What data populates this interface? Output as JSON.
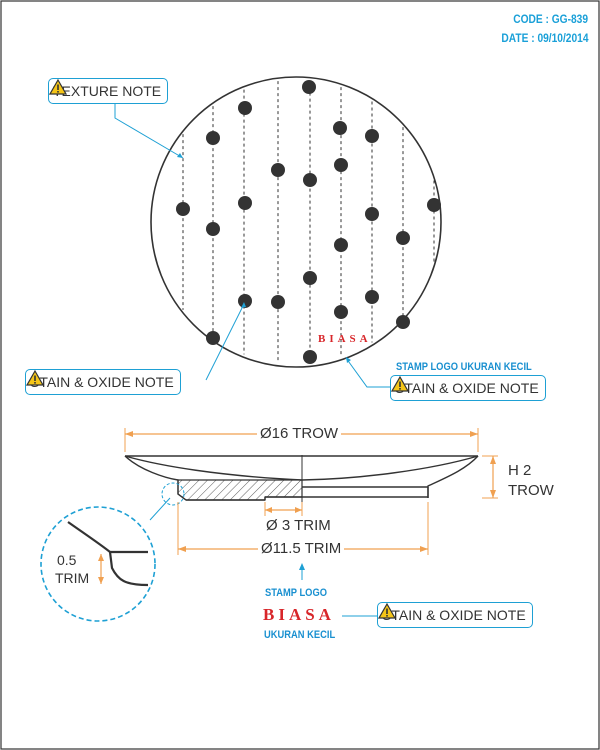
{
  "header": {
    "code": "CODE : GG-839",
    "date": "DATE : 09/10/2014"
  },
  "callouts": {
    "texture": "TEXTURE NOTE",
    "stain_left": "STAIN & OXIDE NOTE",
    "stain_right": "STAIN & OXIDE NOTE",
    "stain_bottom": "STAIN & OXIDE NOTE"
  },
  "stamp": {
    "top_caption": "STAMP LOGO UKURAN KECIL",
    "logo_text": "BIASA",
    "bottom_caption_1": "STAMP LOGO",
    "bottom_caption_2": "UKURAN KECIL"
  },
  "dimensions": {
    "diameter_outer": "Ø16 TROW",
    "height_1": "H 2",
    "height_2": "TROW",
    "diameter_inner": "Ø 3 TRIM",
    "diameter_foot": "Ø11.5 TRIM",
    "detail_1": "0.5",
    "detail_2": "TRIM"
  },
  "colors": {
    "accent_blue": "#1ea0d4",
    "dimension_orange": "#f0a050",
    "logo_red": "#d8262a",
    "warning_yellow": "#f5c518"
  }
}
